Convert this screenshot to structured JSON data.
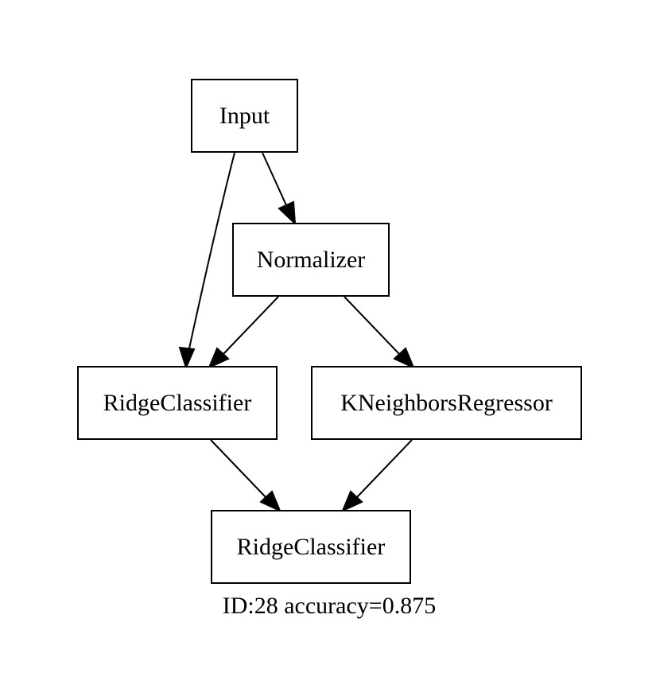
{
  "diagram": {
    "nodes": [
      {
        "id": "input",
        "label": "Input"
      },
      {
        "id": "normalizer",
        "label": "Normalizer"
      },
      {
        "id": "ridge1",
        "label": "RidgeClassifier"
      },
      {
        "id": "kneighbors",
        "label": "KNeighborsRegressor"
      },
      {
        "id": "ridge2",
        "label": "RidgeClassifier"
      }
    ],
    "edges": [
      {
        "from": "input",
        "to": "ridge1"
      },
      {
        "from": "input",
        "to": "normalizer"
      },
      {
        "from": "normalizer",
        "to": "ridge1"
      },
      {
        "from": "normalizer",
        "to": "kneighbors"
      },
      {
        "from": "ridge1",
        "to": "ridge2"
      },
      {
        "from": "kneighbors",
        "to": "ridge2"
      }
    ],
    "caption": "ID:28 accuracy=0.875"
  }
}
